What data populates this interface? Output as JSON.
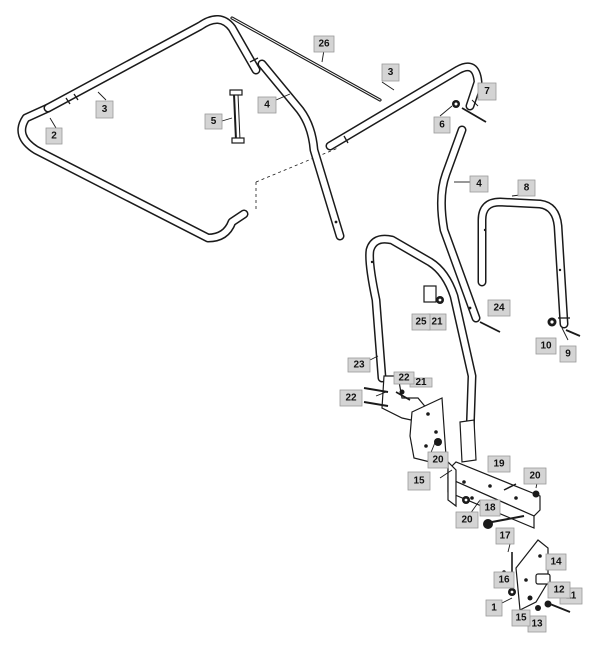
{
  "callouts": [
    {
      "id": "c1",
      "text": "1"
    },
    {
      "id": "c2",
      "text": "2"
    },
    {
      "id": "c3a",
      "text": "3"
    },
    {
      "id": "c3b",
      "text": "3"
    },
    {
      "id": "c4a",
      "text": "4"
    },
    {
      "id": "c4b",
      "text": "4"
    },
    {
      "id": "c5",
      "text": "5"
    },
    {
      "id": "c6",
      "text": "6"
    },
    {
      "id": "c7",
      "text": "7"
    },
    {
      "id": "c8",
      "text": "8"
    },
    {
      "id": "c9",
      "text": "9"
    },
    {
      "id": "c10",
      "text": "10"
    },
    {
      "id": "c11",
      "text": "11"
    },
    {
      "id": "c12",
      "text": "12"
    },
    {
      "id": "c13",
      "text": "13"
    },
    {
      "id": "c14",
      "text": "14"
    },
    {
      "id": "c15a",
      "text": "15"
    },
    {
      "id": "c15b",
      "text": "15"
    },
    {
      "id": "c16",
      "text": "16"
    },
    {
      "id": "c17",
      "text": "17"
    },
    {
      "id": "c18",
      "text": "18"
    },
    {
      "id": "c19",
      "text": "19"
    },
    {
      "id": "c20a",
      "text": "20"
    },
    {
      "id": "c20b",
      "text": "20"
    },
    {
      "id": "c20c",
      "text": "20"
    },
    {
      "id": "c21a",
      "text": "21"
    },
    {
      "id": "c21b",
      "text": "21"
    },
    {
      "id": "c22a",
      "text": "22"
    },
    {
      "id": "c22b",
      "text": "22"
    },
    {
      "id": "c23",
      "text": "23"
    },
    {
      "id": "c24",
      "text": "24"
    },
    {
      "id": "c25",
      "text": "25"
    },
    {
      "id": "c26",
      "text": "26"
    }
  ]
}
